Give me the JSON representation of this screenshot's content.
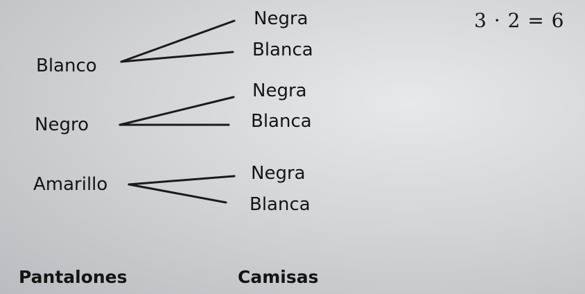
{
  "tree": {
    "pantalones": [
      {
        "label": "Blanco",
        "camisas": [
          "Negra",
          "Blanca"
        ]
      },
      {
        "label": "Negro",
        "camisas": [
          "Negra",
          "Blanca"
        ]
      },
      {
        "label": "Amarillo",
        "camisas": [
          "Negra",
          "Blanca"
        ]
      }
    ]
  },
  "headers": {
    "left": "Pantalones",
    "right": "Camisas"
  },
  "equation": "3 · 2 = 6"
}
